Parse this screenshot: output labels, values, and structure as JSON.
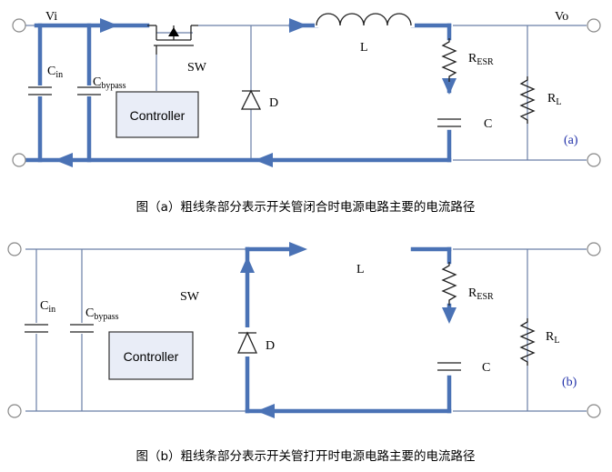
{
  "diagram_a": {
    "vin_label": "Vi",
    "vout_label": "Vo",
    "cin_main": "C",
    "cin_sub": "in",
    "cbyp_main": "C",
    "cbyp_sub": "bypass",
    "controller_label": "Controller",
    "sw_label": "SW",
    "diode_label": "D",
    "inductor_label": "L",
    "resr_main": "R",
    "resr_sub": "ESR",
    "cap_label": "C",
    "rl_main": "R",
    "rl_sub": "L",
    "panel_label": "(a)",
    "caption": "图（a）粗线条部分表示开关管闭合时电源电路主要的电流路径"
  },
  "diagram_b": {
    "cin_main": "C",
    "cin_sub": "in",
    "cbyp_main": "C",
    "cbyp_sub": "bypass",
    "controller_label": "Controller",
    "sw_label": "SW",
    "diode_label": "D",
    "inductor_label": "L",
    "resr_main": "R",
    "resr_sub": "ESR",
    "cap_label": "C",
    "rl_main": "R",
    "rl_sub": "L",
    "panel_label": "(b)",
    "caption": "图（b）粗线条部分表示开关管打开时电源电路主要的电流路径"
  },
  "colors": {
    "current_path": "#4a72b5",
    "thin_wire": "#6a7fa6",
    "controller_fill": "#e9edf7",
    "panel_label": "#1f2fa8"
  }
}
